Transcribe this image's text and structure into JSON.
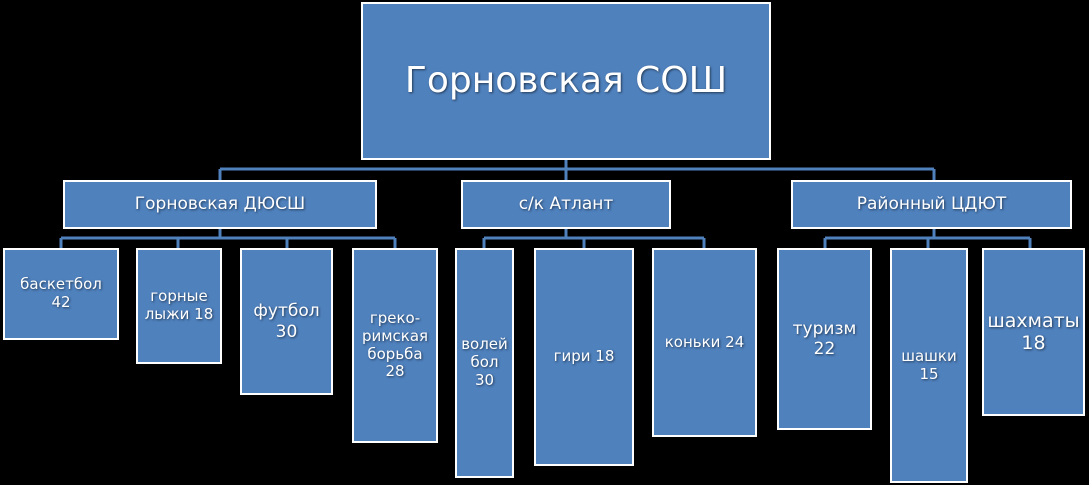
{
  "root": {
    "label": "Горновская СОШ"
  },
  "categories": [
    {
      "label": "Горновская ДЮСШ",
      "items": [
        "баскетбол  42",
        "горные лыжи  18",
        "футбол 30",
        "греко-римская борьба 28"
      ]
    },
    {
      "label": "с/к Атлант",
      "items": [
        "волей бол 30",
        "гири 18",
        "коньки 24"
      ]
    },
    {
      "label": "Районный ЦДЮТ",
      "items": [
        "туризм 22",
        "шашки 15",
        "шахматы 18"
      ]
    }
  ],
  "colors": {
    "box_fill": "#4f81bd",
    "border": "#ffffff",
    "connector": "#4f81bd",
    "background": "#000000"
  }
}
